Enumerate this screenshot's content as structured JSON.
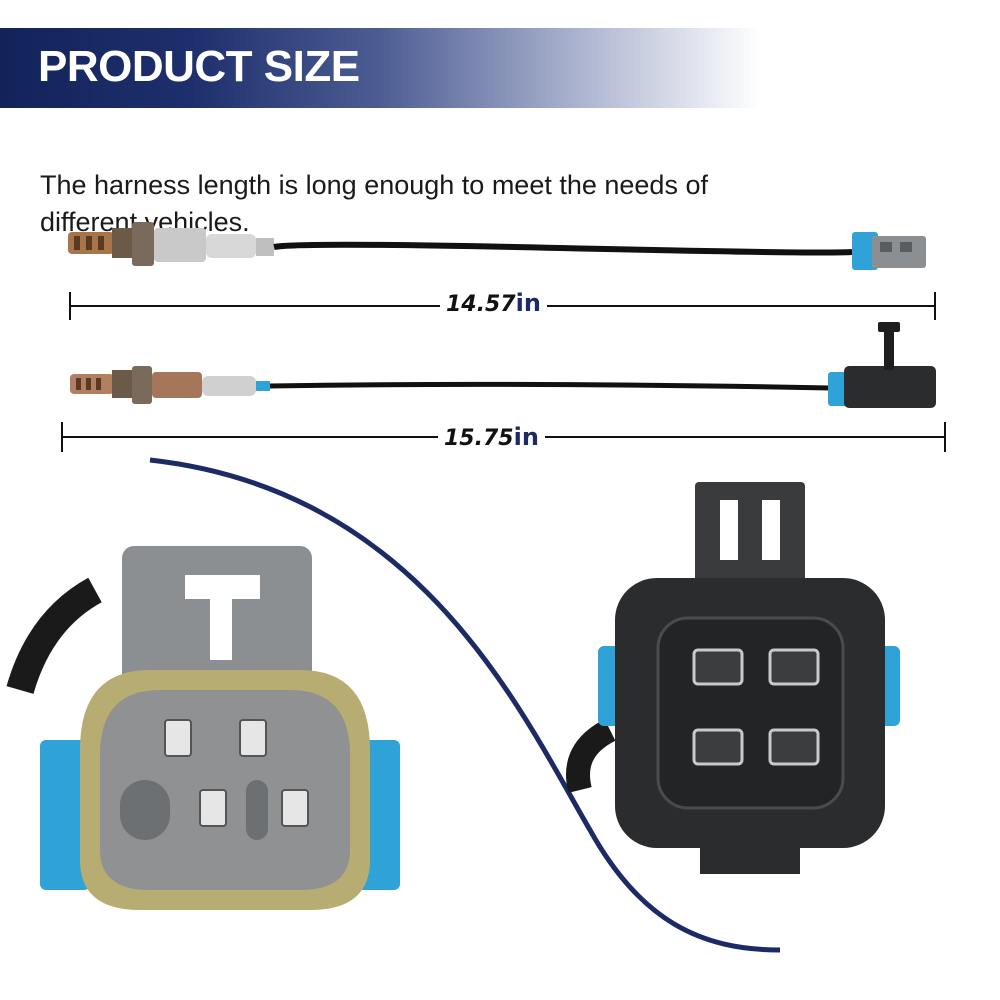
{
  "banner": {
    "title": "PRODUCT SIZE"
  },
  "description": "The harness length is long enough to meet the needs of different vehicles.",
  "dimensions": [
    {
      "value": "14.57",
      "unit": "in"
    },
    {
      "value": "15.75",
      "unit": "in"
    }
  ],
  "colors": {
    "banner_navy": "#13235a",
    "connector_blue": "#2fa3d8",
    "connector_gray": "#8c8f92",
    "connector_black": "#2b2c2e",
    "arc_navy": "#1c2a66"
  }
}
